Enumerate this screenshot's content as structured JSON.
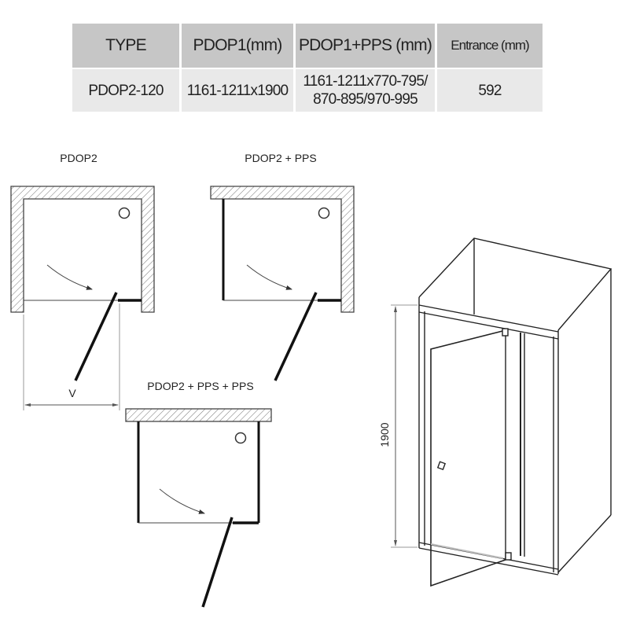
{
  "table": {
    "headers": [
      "TYPE",
      "PDOP1(mm)",
      "PDOP1+PPS (mm)",
      "Entrance (mm)"
    ],
    "rows": [
      {
        "type": "PDOP2-120",
        "pdop1": "1161-1211x1900",
        "pdop1_pps_line1": "1161-1211x770-795/",
        "pdop1_pps_line2": "870-895/970-995",
        "entrance": "592"
      }
    ]
  },
  "diagrams": {
    "plan1_label": "PDOP2",
    "plan1_dimension": "V",
    "plan2_label": "PDOP2 + PPS",
    "plan3_label": "PDOP2 + PPS + PPS",
    "height_dimension": "1900"
  }
}
